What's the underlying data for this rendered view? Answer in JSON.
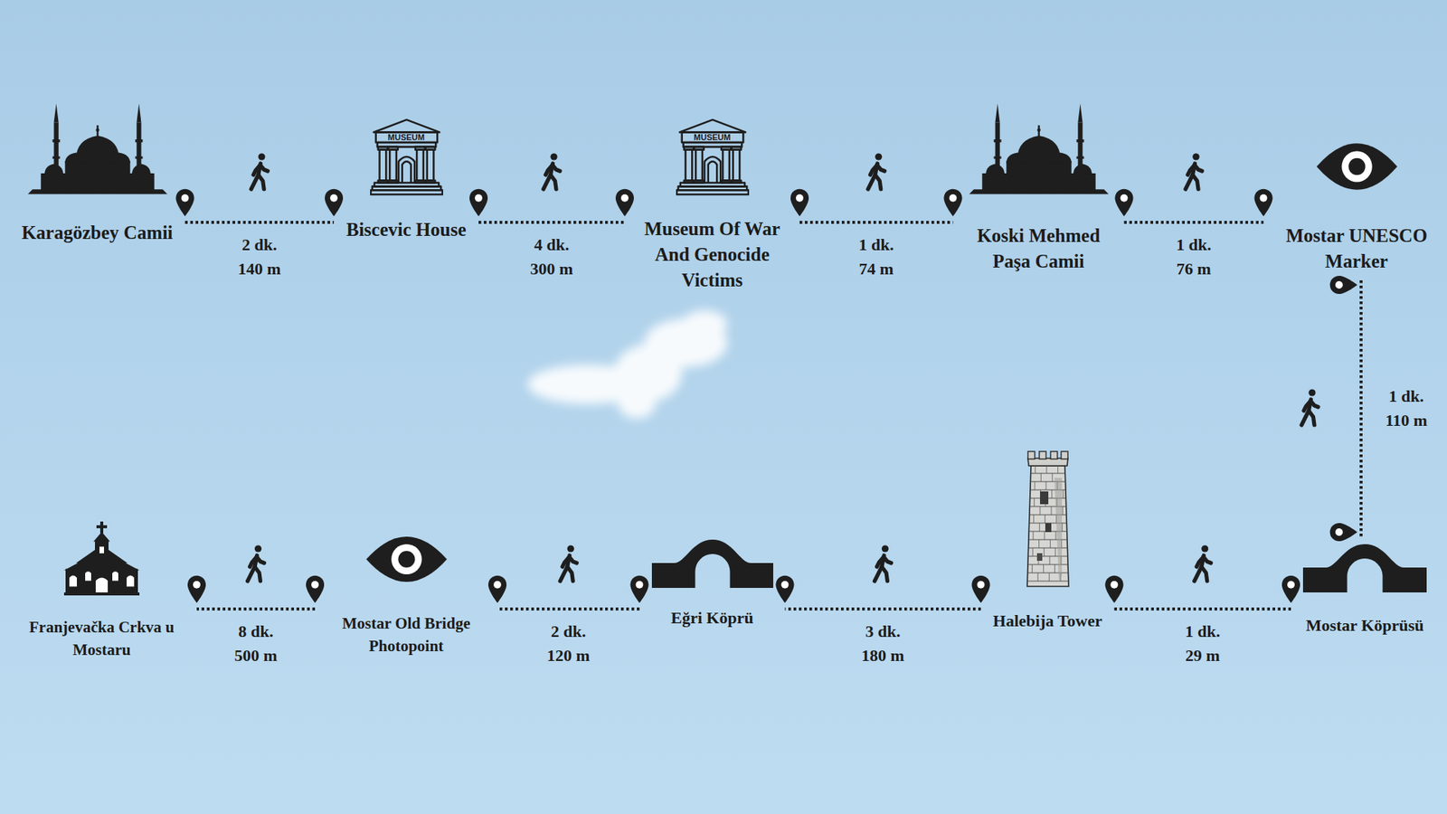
{
  "diagram": {
    "nodes": [
      {
        "text": [
          "Karagözbey Camii"
        ]
      },
      {
        "text": [
          "MUSEUM",
          "Biscevic House"
        ]
      },
      {
        "text": [
          "MUSEUM",
          "Museum Of War And Genocide Victims"
        ]
      },
      {
        "text": [
          "Koski Mehmed Paşa Camii"
        ]
      },
      {
        "text": [
          "Mostar UNESCO Marker"
        ]
      },
      {
        "text": [
          "Mostar Köprüsü"
        ]
      },
      {
        "text": [
          "Halebija Tower"
        ]
      },
      {
        "text": [
          "Eğri Köprü"
        ]
      },
      {
        "text": [
          "Mostar Old Bridge Photopoint"
        ]
      },
      {
        "text": [
          "Franjevačka Crkva u Mostaru"
        ]
      }
    ],
    "edges": [
      {
        "from": 0,
        "to": 1,
        "label": "2 dk. 140 m",
        "arrow": "none"
      },
      {
        "from": 1,
        "to": 2,
        "label": "4 dk. 300 m",
        "arrow": "none"
      },
      {
        "from": 2,
        "to": 3,
        "label": "1 dk. 74 m",
        "arrow": "none"
      },
      {
        "from": 3,
        "to": 4,
        "label": "1 dk. 76 m",
        "arrow": "none"
      },
      {
        "from": 4,
        "to": 5,
        "label": "1 dk. 110 m",
        "arrow": "none"
      },
      {
        "from": 5,
        "to": 6,
        "label": "1 dk. 29 m",
        "arrow": "none"
      },
      {
        "from": 6,
        "to": 7,
        "label": "3 dk. 180 m",
        "arrow": "none"
      },
      {
        "from": 7,
        "to": 8,
        "label": "2 dk. 120 m",
        "arrow": "none"
      },
      {
        "from": 8,
        "to": 9,
        "label": "8 dk. 500 m",
        "arrow": "none"
      }
    ]
  }
}
